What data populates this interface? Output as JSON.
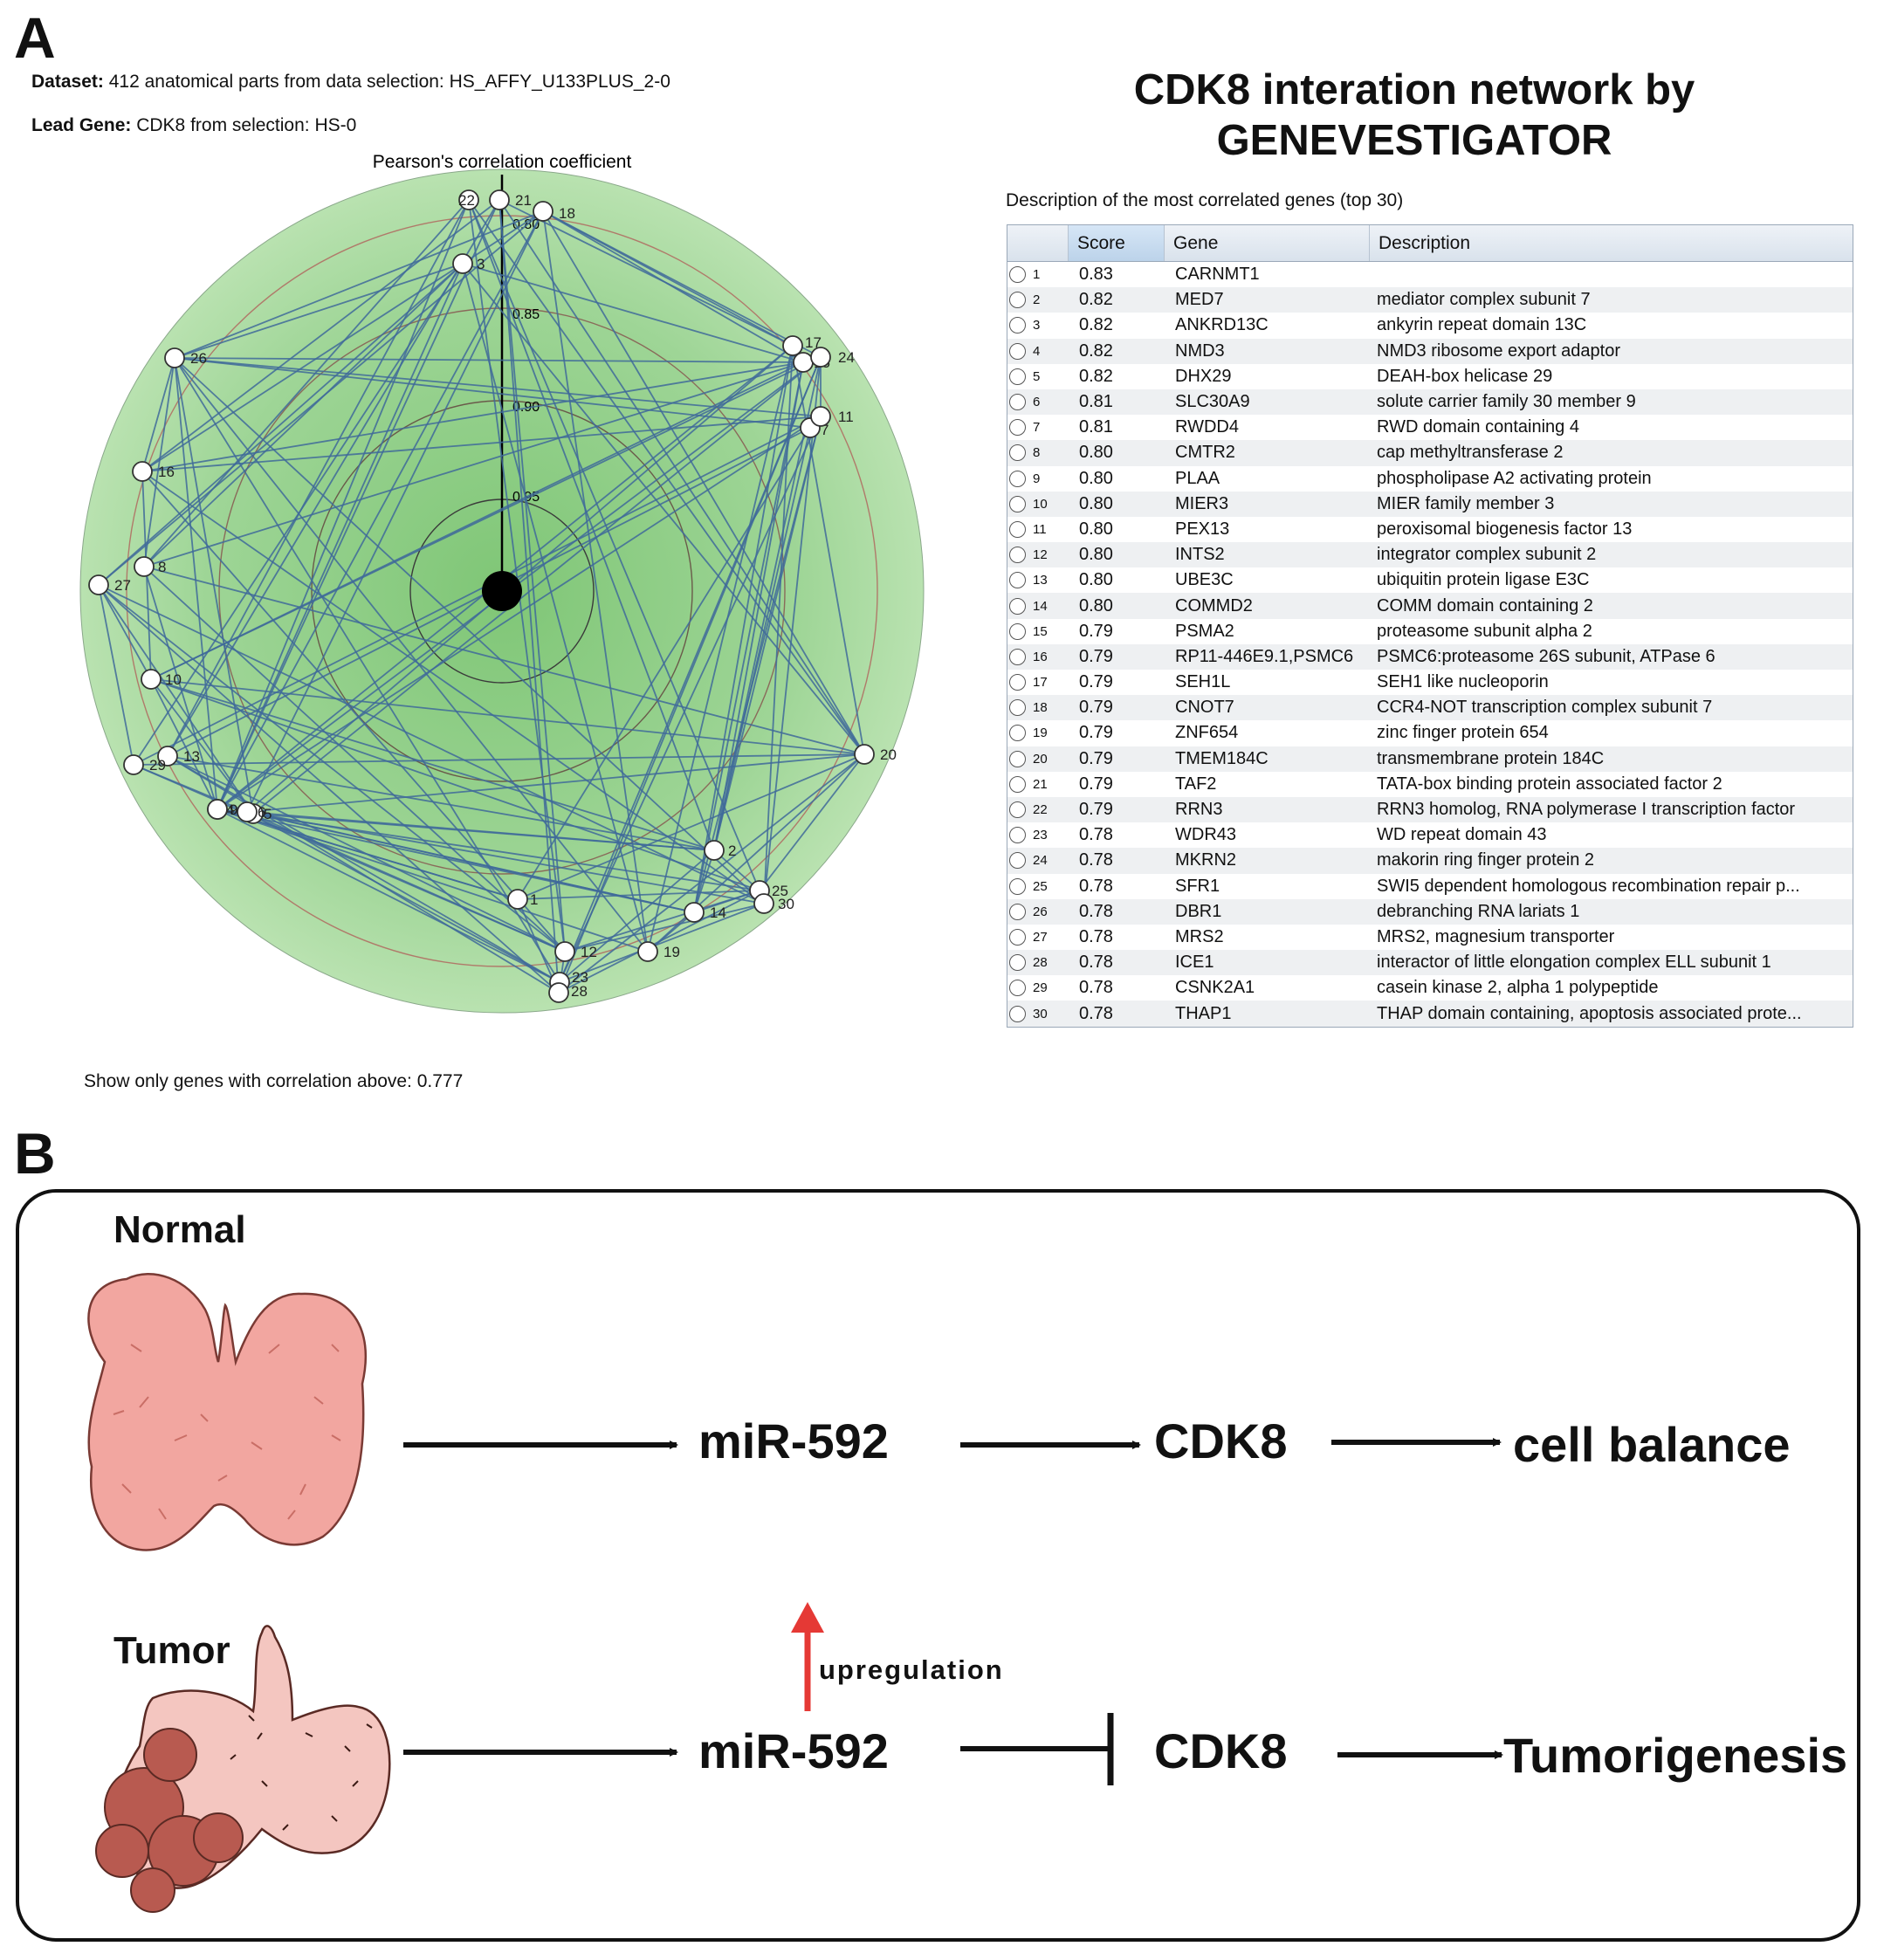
{
  "panel_a": {
    "letter": "A",
    "dataset_label": "Dataset:",
    "dataset_value": "412 anatomical parts from data selection: HS_AFFY_U133PLUS_2-0",
    "lead_gene_label": "Lead Gene:",
    "lead_gene_value": "CDK8 from selection: HS-0",
    "axis_title": "Pearson's correlation coefficient",
    "ring_labels": [
      "0.80",
      "0.85",
      "0.90",
      "0.95"
    ],
    "threshold_text": "Show only genes with correlation above: 0.777",
    "right_title_line1": "CDK8 interation network by",
    "right_title_line2": "GENEVESTIGATOR",
    "table_caption": "Description of the most correlated genes (top 30)",
    "table_headers": [
      "",
      "Score",
      "Gene",
      "Description"
    ],
    "genes": [
      {
        "rank": "1",
        "score": "0.83",
        "gene": "CARNMT1",
        "desc": ""
      },
      {
        "rank": "2",
        "score": "0.82",
        "gene": "MED7",
        "desc": "mediator complex subunit 7"
      },
      {
        "rank": "3",
        "score": "0.82",
        "gene": "ANKRD13C",
        "desc": "ankyrin repeat domain 13C"
      },
      {
        "rank": "4",
        "score": "0.82",
        "gene": "NMD3",
        "desc": "NMD3 ribosome export adaptor"
      },
      {
        "rank": "5",
        "score": "0.82",
        "gene": "DHX29",
        "desc": "DEAH-box helicase 29"
      },
      {
        "rank": "6",
        "score": "0.81",
        "gene": "SLC30A9",
        "desc": "solute carrier family 30 member 9"
      },
      {
        "rank": "7",
        "score": "0.81",
        "gene": "RWDD4",
        "desc": "RWD domain containing 4"
      },
      {
        "rank": "8",
        "score": "0.80",
        "gene": "CMTR2",
        "desc": "cap methyltransferase 2"
      },
      {
        "rank": "9",
        "score": "0.80",
        "gene": "PLAA",
        "desc": "phospholipase A2 activating protein"
      },
      {
        "rank": "10",
        "score": "0.80",
        "gene": "MIER3",
        "desc": "MIER family member 3"
      },
      {
        "rank": "11",
        "score": "0.80",
        "gene": "PEX13",
        "desc": "peroxisomal biogenesis factor 13"
      },
      {
        "rank": "12",
        "score": "0.80",
        "gene": "INTS2",
        "desc": "integrator complex subunit 2"
      },
      {
        "rank": "13",
        "score": "0.80",
        "gene": "UBE3C",
        "desc": "ubiquitin protein ligase E3C"
      },
      {
        "rank": "14",
        "score": "0.80",
        "gene": "COMMD2",
        "desc": "COMM domain containing 2"
      },
      {
        "rank": "15",
        "score": "0.79",
        "gene": "PSMA2",
        "desc": "proteasome subunit alpha 2"
      },
      {
        "rank": "16",
        "score": "0.79",
        "gene": "RP11-446E9.1,PSMC6",
        "desc": "PSMC6:proteasome 26S subunit, ATPase 6"
      },
      {
        "rank": "17",
        "score": "0.79",
        "gene": "SEH1L",
        "desc": "SEH1 like nucleoporin"
      },
      {
        "rank": "18",
        "score": "0.79",
        "gene": "CNOT7",
        "desc": "CCR4-NOT transcription complex subunit 7"
      },
      {
        "rank": "19",
        "score": "0.79",
        "gene": "ZNF654",
        "desc": "zinc finger protein 654"
      },
      {
        "rank": "20",
        "score": "0.79",
        "gene": "TMEM184C",
        "desc": "transmembrane protein 184C"
      },
      {
        "rank": "21",
        "score": "0.79",
        "gene": "TAF2",
        "desc": "TATA-box binding protein associated factor 2"
      },
      {
        "rank": "22",
        "score": "0.79",
        "gene": "RRN3",
        "desc": "RRN3 homolog, RNA polymerase I transcription factor"
      },
      {
        "rank": "23",
        "score": "0.78",
        "gene": "WDR43",
        "desc": "WD repeat domain 43"
      },
      {
        "rank": "24",
        "score": "0.78",
        "gene": "MKRN2",
        "desc": "makorin ring finger protein 2"
      },
      {
        "rank": "25",
        "score": "0.78",
        "gene": "SFR1",
        "desc": "SWI5 dependent homologous recombination repair p..."
      },
      {
        "rank": "26",
        "score": "0.78",
        "gene": "DBR1",
        "desc": "debranching RNA lariats 1"
      },
      {
        "rank": "27",
        "score": "0.78",
        "gene": "MRS2",
        "desc": "MRS2, magnesium transporter"
      },
      {
        "rank": "28",
        "score": "0.78",
        "gene": "ICE1",
        "desc": "interactor of little elongation complex ELL subunit 1"
      },
      {
        "rank": "29",
        "score": "0.78",
        "gene": "CSNK2A1",
        "desc": "casein kinase 2, alpha 1 polypeptide"
      },
      {
        "rank": "30",
        "score": "0.78",
        "gene": "THAP1",
        "desc": "THAP domain containing, apoptosis associated prote..."
      }
    ],
    "colors": {
      "disc": "#a8d8a0",
      "disc_center": "#7cc472",
      "edge": "#3f6a9a",
      "node_fill": "#ffffff"
    }
  },
  "panel_b": {
    "letter": "B",
    "normal_label": "Normal",
    "tumor_label": "Tumor",
    "normal_mirna": "miR-592",
    "normal_target": "CDK8",
    "normal_outcome": "cell balance",
    "tumor_mirna": "miR-592",
    "tumor_target": "CDK8",
    "tumor_outcome": "Tumorigenesis",
    "upregulation": "upregulation",
    "colors": {
      "thyroid_normal": "#f2a6a0",
      "thyroid_tumor_light": "#f4c6c0",
      "thyroid_tumor_dark": "#b85a50",
      "up_arrow": "#e53935"
    }
  }
}
